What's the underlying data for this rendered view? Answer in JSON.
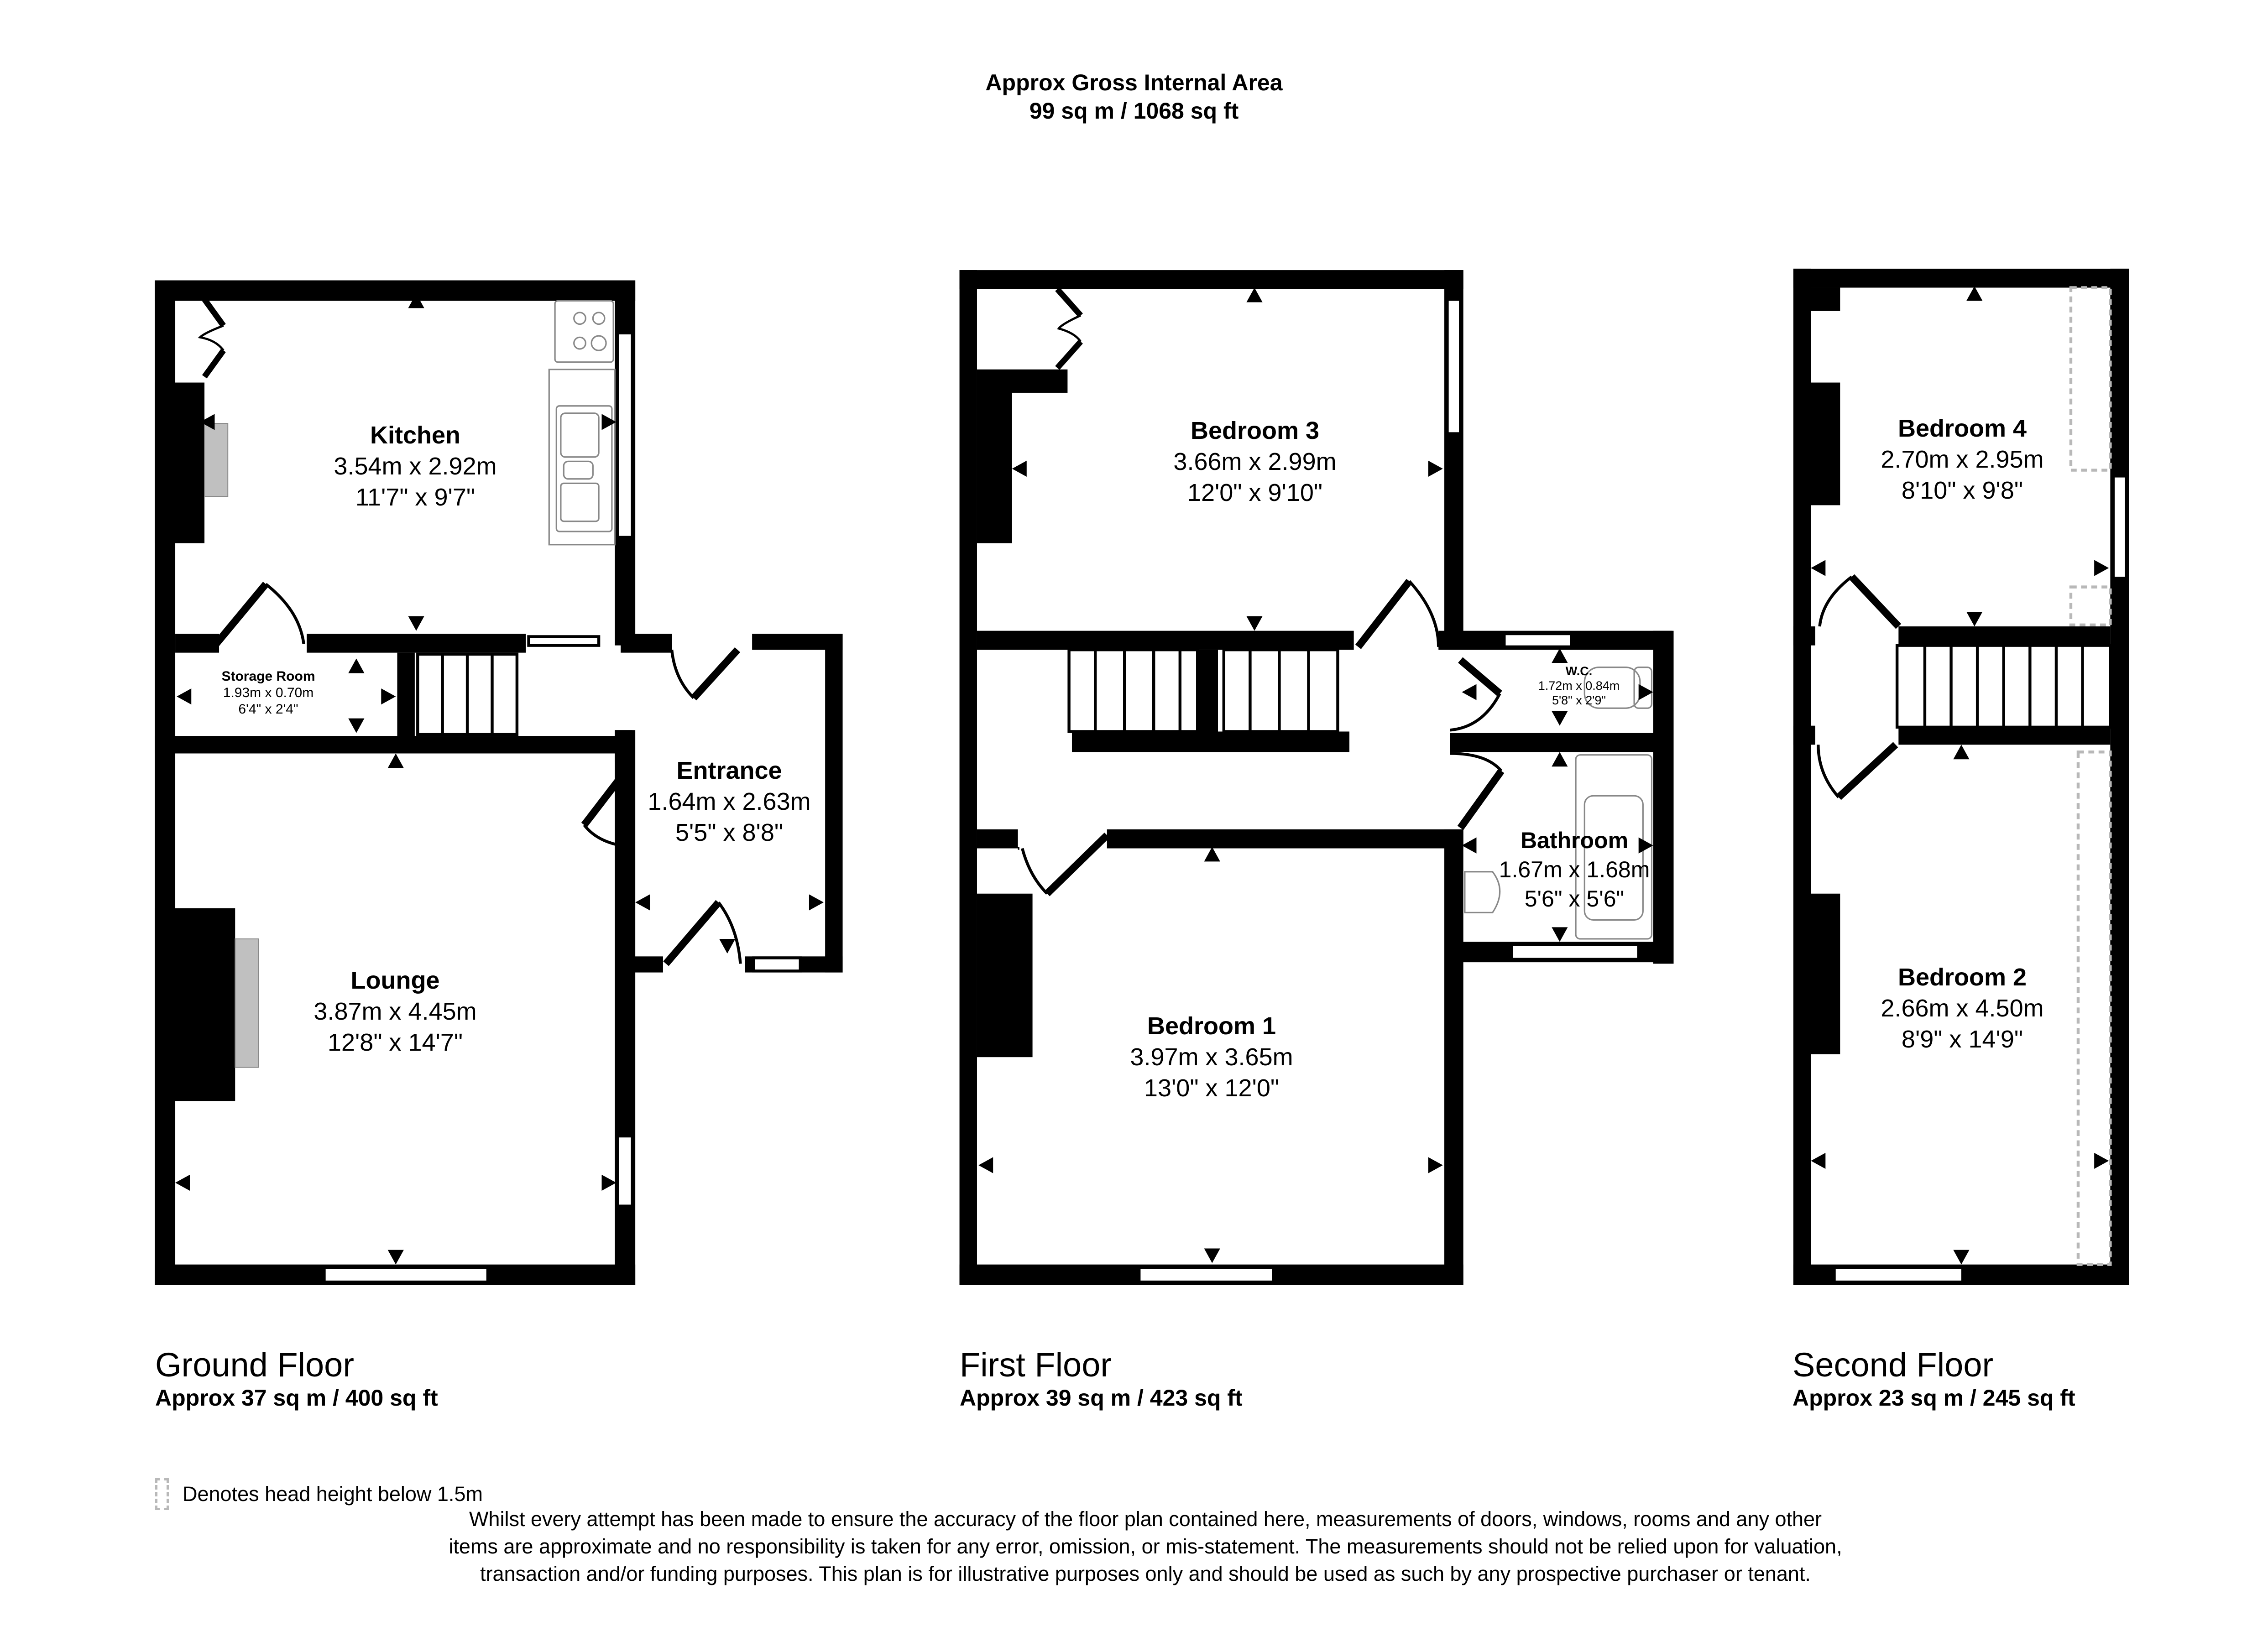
{
  "header": {
    "title": "Approx Gross Internal Area",
    "total_area": "99 sq m / 1068 sq ft"
  },
  "floors": [
    {
      "name": "Ground Floor",
      "area": "Approx 37 sq m / 400 sq ft",
      "rooms": [
        {
          "name": "Kitchen",
          "metric": "3.54m x 2.92m",
          "imperial": "11'7\" x 9'7\""
        },
        {
          "name": "Storage Room",
          "metric": "1.93m x 0.70m",
          "imperial": "6'4\" x 2'4\""
        },
        {
          "name": "Entrance",
          "metric": "1.64m x 2.63m",
          "imperial": "5'5\" x 8'8\""
        },
        {
          "name": "Lounge",
          "metric": "3.87m x 4.45m",
          "imperial": "12'8\" x 14'7\""
        }
      ]
    },
    {
      "name": "First Floor",
      "area": "Approx 39 sq m / 423 sq ft",
      "rooms": [
        {
          "name": "Bedroom 3",
          "metric": "3.66m x 2.99m",
          "imperial": "12'0\" x 9'10\""
        },
        {
          "name": "W.C.",
          "metric": "1.72m x 0.84m",
          "imperial": "5'8\" x 2'9\""
        },
        {
          "name": "Bathroom",
          "metric": "1.67m x 1.68m",
          "imperial": "5'6\" x 5'6\""
        },
        {
          "name": "Bedroom 1",
          "metric": "3.97m x 3.65m",
          "imperial": "13'0\" x 12'0\""
        }
      ]
    },
    {
      "name": "Second Floor",
      "area": "Approx 23 sq m / 245 sq ft",
      "rooms": [
        {
          "name": "Bedroom 4",
          "metric": "2.70m x 2.95m",
          "imperial": "8'10\" x 9'8\""
        },
        {
          "name": "Bedroom 2",
          "metric": "2.66m x 4.50m",
          "imperial": "8'9\" x 14'9\""
        }
      ]
    }
  ],
  "legend": {
    "icon": "dashed-box-icon",
    "text": "Denotes head height below 1.5m"
  },
  "disclaimer": "Whilst every attempt has been made to ensure the accuracy of the floor plan contained here, measurements of doors, windows, rooms and any other items are approximate and no responsibility is taken for any error, omission, or mis-statement. The measurements should not be relied upon for valuation, transaction and/or funding purposes. This plan is for illustrative purposes only and should be used as such by any prospective purchaser or tenant.",
  "colors": {
    "wall": "#000000",
    "fixture": "#8a8a8a",
    "low_headroom": "#b8b8b8",
    "background": "#ffffff"
  }
}
